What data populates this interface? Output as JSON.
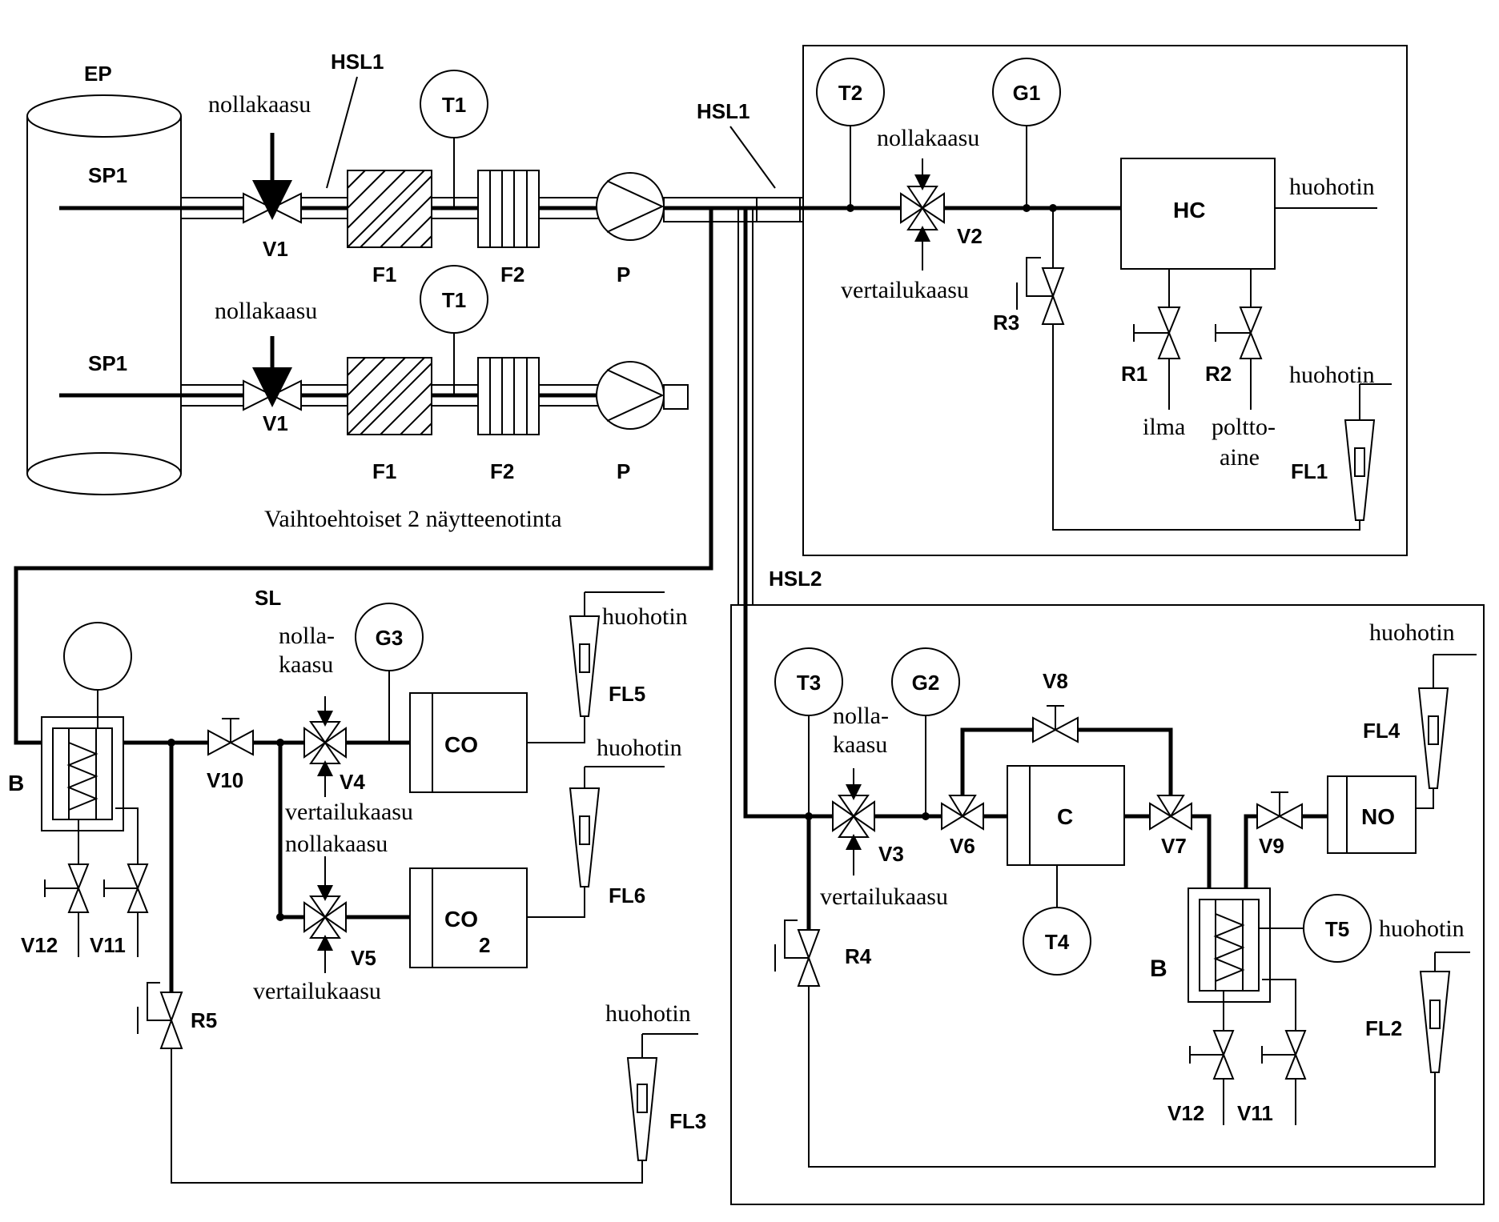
{
  "title_note": "Vaihtoehtoiset 2 näytteenotinta",
  "labels": {
    "EP": "EP",
    "SP1": "SP1",
    "HSL1": "HSL1",
    "HSL2": "HSL2",
    "SL": "SL",
    "V1": "V1",
    "V2": "V2",
    "V3": "V3",
    "V4": "V4",
    "V5": "V5",
    "V6": "V6",
    "V7": "V7",
    "V8": "V8",
    "V9": "V9",
    "V10": "V10",
    "V11": "V11",
    "V12": "V12",
    "F1": "F1",
    "F2": "F2",
    "P": "P",
    "T1": "T1",
    "T2": "T2",
    "T3": "T3",
    "T4": "T4",
    "T5": "T5",
    "G1": "G1",
    "G2": "G2",
    "G3": "G3",
    "R1": "R1",
    "R2": "R2",
    "R3": "R3",
    "R4": "R4",
    "R5": "R5",
    "FL1": "FL1",
    "FL2": "FL2",
    "FL3": "FL3",
    "FL4": "FL4",
    "FL5": "FL5",
    "FL6": "FL6",
    "HC": "HC",
    "C": "C",
    "NO": "NO",
    "CO": "CO",
    "CO2_main": "CO",
    "CO2_sub": "2",
    "B": "B"
  },
  "gas": {
    "zero": "nollakaasu",
    "zero_line1": "nolla-",
    "zero_line2": "kaasu",
    "span": "vertailukaasu",
    "vent": "huohotin",
    "air": "ilma",
    "fuel_line1": "poltto-",
    "fuel_line2": "aine"
  }
}
